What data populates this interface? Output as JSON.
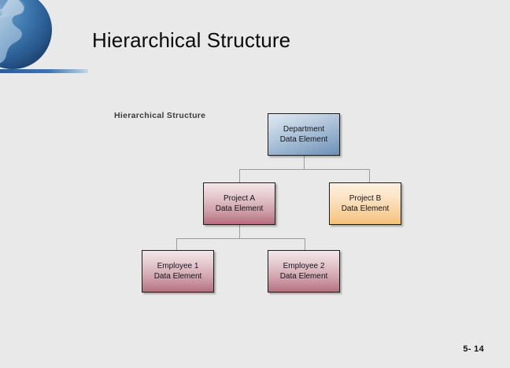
{
  "slide": {
    "title": "Hierarchical Structure",
    "page_number": "5- 14",
    "background_color": "#e9e9e9",
    "logo_icon": "globe-icon",
    "accent_color": "#2c5d91"
  },
  "diagram": {
    "caption": "Hierarchical Structure",
    "type": "tree",
    "nodes": [
      {
        "id": "department",
        "line1": "Department",
        "line2": "Data Element",
        "level": 0,
        "fill": "#9bb5d0",
        "skin": "skin-blue"
      },
      {
        "id": "project-a",
        "line1": "Project A",
        "line2": "Data Element",
        "level": 1,
        "fill": "#d0a2ad",
        "skin": "skin-rose"
      },
      {
        "id": "project-b",
        "line1": "Project B",
        "line2": "Data Element",
        "level": 1,
        "fill": "#f8cf9a",
        "skin": "skin-amber"
      },
      {
        "id": "employee-1",
        "line1": "Employee 1",
        "line2": "Data Element",
        "level": 2,
        "fill": "#d0a2ad",
        "skin": "skin-rose"
      },
      {
        "id": "employee-2",
        "line1": "Employee 2",
        "line2": "Data Element",
        "level": 2,
        "fill": "#d0a2ad",
        "skin": "skin-rose"
      }
    ],
    "edges": [
      {
        "from": "department",
        "to": "project-a"
      },
      {
        "from": "department",
        "to": "project-b"
      },
      {
        "from": "project-a",
        "to": "employee-1"
      },
      {
        "from": "project-a",
        "to": "employee-2"
      }
    ],
    "connector_color": "#9b9b9b"
  }
}
